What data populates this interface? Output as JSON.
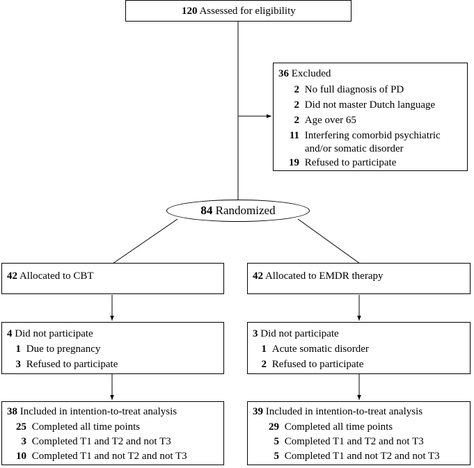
{
  "assessed": {
    "count": "120",
    "label": "Assessed for eligibility"
  },
  "excluded": {
    "count": "36",
    "label": "Excluded",
    "reasons": [
      {
        "count": "2",
        "text": "No full diagnosis of PD"
      },
      {
        "count": "2",
        "text": "Did not master Dutch language"
      },
      {
        "count": "2",
        "text": "Age over 65"
      },
      {
        "count": "11",
        "text": "Interfering comorbid psychiatric",
        "text2": "and/or somatic disorder"
      },
      {
        "count": "19",
        "text": "Refused to participate"
      }
    ]
  },
  "randomized": {
    "count": "84",
    "label": "Randomized"
  },
  "cbt": {
    "allocated": {
      "count": "42",
      "label": "Allocated to CBT"
    },
    "not_participate": {
      "count": "4",
      "label": "Did not participate",
      "reasons": [
        {
          "count": "1",
          "text": "Due to pregnancy"
        },
        {
          "count": "3",
          "text": "Refused to participate"
        }
      ]
    },
    "included": {
      "count": "38",
      "label": "Included in intention-to-treat analysis",
      "items": [
        {
          "count": "25",
          "text": "Completed all time points"
        },
        {
          "count": "3",
          "text": "Completed T1 and T2 and not T3"
        },
        {
          "count": "10",
          "text": "Completed T1 and not T2 and not T3"
        }
      ]
    }
  },
  "emdr": {
    "allocated": {
      "count": "42",
      "label": "Allocated to EMDR therapy"
    },
    "not_participate": {
      "count": "3",
      "label": "Did not participate",
      "reasons": [
        {
          "count": "1",
          "text": "Acute somatic disorder"
        },
        {
          "count": "2",
          "text": "Refused to participate"
        }
      ]
    },
    "included": {
      "count": "39",
      "label": "Included in intention-to-treat analysis",
      "items": [
        {
          "count": "29",
          "text": "Completed all time points"
        },
        {
          "count": "5",
          "text": "Completed T1 and T2 and not T3"
        },
        {
          "count": "5",
          "text": "Completed T1 and not T2 and not T3"
        }
      ]
    }
  }
}
